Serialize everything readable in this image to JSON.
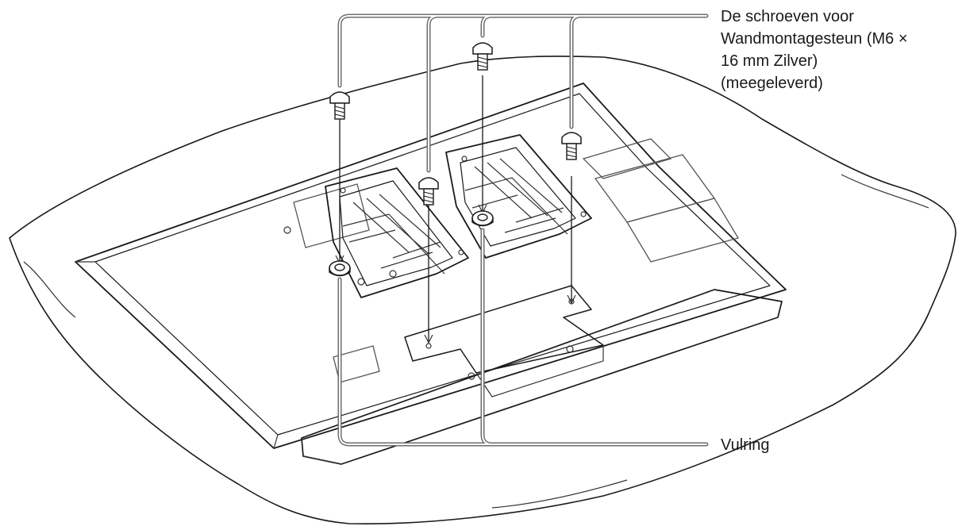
{
  "labels": {
    "screws": [
      "De schroeven voor",
      "Wandmontagesteun (M6 ×",
      "16 mm Zilver)",
      "(meegeleverd)"
    ],
    "spacer": "Vulring"
  },
  "colors": {
    "line": "#1a1a1a",
    "leader": "#6e6e6e",
    "fill": "#ffffff"
  }
}
